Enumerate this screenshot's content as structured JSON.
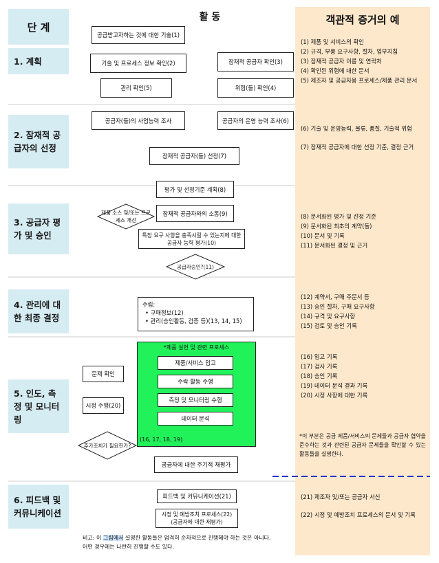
{
  "headers": {
    "stage": "단 계",
    "activity": "활 동",
    "evidence": "객관적 증거의 예"
  },
  "stages": [
    {
      "label": "1. 계획"
    },
    {
      "label": "2. 잠재적 공급자의 선정"
    },
    {
      "label": "3. 공급자 평가 및 승인"
    },
    {
      "label": "4. 관리에 대한 최종 결정"
    },
    {
      "label": "5. 인도, 측정 및 모니터링"
    },
    {
      "label": "6. 피드백 및 커뮤니케이션"
    }
  ],
  "activities": {
    "a1": "공급받고자하는 것에 대한 기술(1)",
    "a2": "기술 및 프로세스 정보 확인(2)",
    "a3": "잠재적 공급자 확인(3)",
    "a5": "관리 확인(5)",
    "a4": "위험(들) 확인(4)",
    "b1": "공급자(들)의 사업능력 조사",
    "b2": "공급자의 운영 능력 조사(6)",
    "b3": "잠재적 공급자(들) 선정(7)",
    "c1": "평가 및 선정기준 계획(8)",
    "c2": "잠재적 공급자와의 소통(9)",
    "c3": "특정 요구 사항을 충족시킬 수 있는지에 대한 공급자 능력 평가(10)",
    "c_diamond_left": "제품 소스 및/또는 프로세스 개선",
    "c_diamond": "공급자승인?(11)",
    "d_title": "수립:",
    "d_items": [
      "• 구매정보(12)",
      "• 관리(승인활동, 검증 등)(13, 14, 15)"
    ],
    "e_title": "*제품 실현 및 관련 프로세스",
    "e1": "제품/서비스 입고",
    "e2": "수락 활동 수행",
    "e3": "측정 및 모니터링 수행",
    "e4": "데이터 분석",
    "e_refs": "(16, 17, 18, 19)",
    "e_problem": "문제 확인",
    "e_corrective": "시정 수행(20)",
    "e_diamond": "추가조치가 필요한가?",
    "e_review": "공급자에 대한 주기적 재평가",
    "f1": "피드백 및 커뮤니케이션(21)",
    "f2": "시정 및 예방조치 프로세스(22) (공급자에 대한 재평가)"
  },
  "evidence": {
    "s1": [
      "(1) 제품 및 서비스의 확인",
      "(2) 규격, 부품 요구사항, 절차, 업무지침",
      "(3) 잠재적 공급자 이름 및 연락처",
      "(4) 확인된 위험에 대한 문서",
      "(5) 제조자 및 공급자용 프로세스/제품 관리 문서"
    ],
    "s2": [
      "(6) 기술 및 운영능력, 물류, 품질, 기술적 위험",
      "(7) 잠재적 공급자에 대한 선정 기준, 결정 근거"
    ],
    "s3": [
      "(8) 문서화된 평가 및 선정 기준",
      "(9) 문서화된 최초의 계약(들)",
      "(10) 문서 및 기록",
      "(11) 문서화된 결정 및 근거"
    ],
    "s4": [
      "(12) 계약서, 구매 주문서 등",
      "(13) 승인 절차, 구매 요구사항",
      "(14) 규격 및 요구사항",
      "(15) 검토 및 승인 기록"
    ],
    "s5": [
      "(16) 입고 기록",
      "(17) 검사 기록",
      "(18) 승인 기록",
      "(19) 데이터 분석 결과 기록",
      "(20) 시정 사항에 대한 기록"
    ],
    "s5_note": "*이 부분은 공급 제품/서비스의 문제들과 공급자 협약을 준수하는 것과 관련된 공급자 문제들을 확인할 수 있는 활동들을 설명한다.",
    "s6": [
      "(21) 제조자 및/또는 공급자 서신",
      "(22) 시정 및 예방조치 프로세스의 문서 및 기록"
    ]
  },
  "footnote": {
    "prefix": "비고: 이 ",
    "highlight": "그림에서",
    "rest": " 설명한 활동들은 엄격히 순차적으로 진행해야 하는 것은 아니다.",
    "line2": "어떤 경우에는 나란히 진행할 수도 있다."
  },
  "colors": {
    "stage_bg": "#d6ecf3",
    "evidence_bg": "#fde8cc",
    "process_green": "#22f25a",
    "divider_blue": "#2233cc"
  }
}
